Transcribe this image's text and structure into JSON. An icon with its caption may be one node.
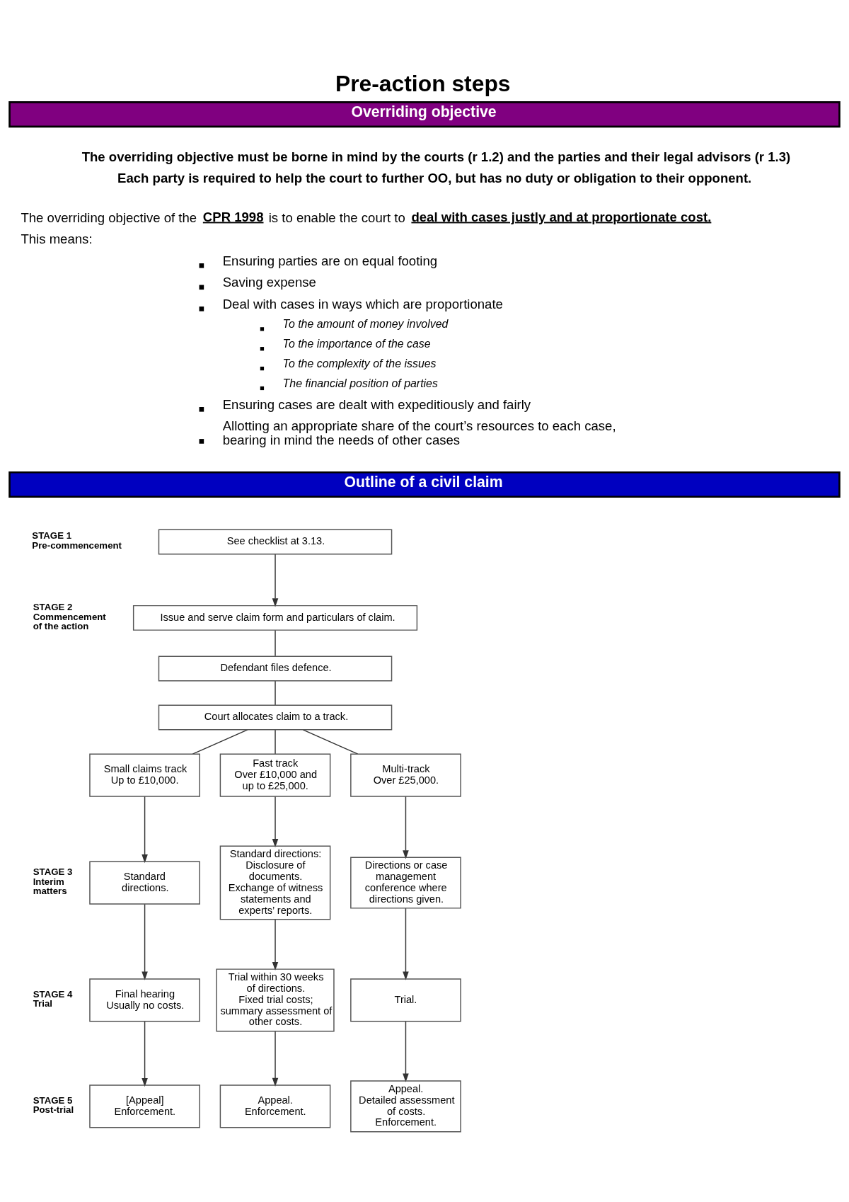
{
  "diagram": {
    "title": "Pre-action steps",
    "nodes": [
      {
        "text": [
          "Overriding objective"
        ]
      },
      {
        "text": [
          "Outline of a civil claim"
        ]
      },
      {
        "text": [
          "See checklist at 3.13."
        ]
      },
      {
        "text": [
          "Issue and serve claim form and particulars of claim."
        ]
      },
      {
        "text": [
          "Defendant files defence."
        ]
      },
      {
        "text": [
          "Court allocates claim to a track."
        ]
      },
      {
        "text": [
          "Small claims track",
          "Up to £10,000."
        ]
      },
      {
        "text": [
          "Fast track",
          "Over £10,000 and up to £25,000."
        ]
      },
      {
        "text": [
          "Multi-track",
          "Over £25,000."
        ]
      },
      {
        "text": [
          "Standard directions."
        ]
      },
      {
        "text": [
          "Standard directions:",
          "Disclosure of documents.",
          "Exchange of witness statements and experts’ reports."
        ]
      },
      {
        "text": [
          "Directions or case management conference where directions given."
        ]
      },
      {
        "text": [
          "Final hearing",
          "Usually no costs."
        ]
      },
      {
        "text": [
          "Trial within 30 weeks of directions.",
          "Fixed trial costs; summary assessment of other costs."
        ]
      },
      {
        "text": [
          "Trial."
        ]
      },
      {
        "text": [
          "[Appeal]",
          "Enforcement."
        ]
      },
      {
        "text": [
          "Appeal.",
          "Enforcement."
        ]
      },
      {
        "text": [
          "Appeal.",
          "Detailed assessment of costs.",
          "Enforcement."
        ]
      }
    ],
    "edges": [
      {
        "from": 2,
        "to": 3,
        "arrow": "to"
      },
      {
        "from": 3,
        "to": 4,
        "arrow": "none"
      },
      {
        "from": 4,
        "to": 5,
        "arrow": "none"
      },
      {
        "from": 5,
        "to": 6,
        "arrow": "none"
      },
      {
        "from": 5,
        "to": 7,
        "arrow": "none"
      },
      {
        "from": 5,
        "to": 8,
        "arrow": "none"
      },
      {
        "from": 6,
        "to": 9,
        "arrow": "to"
      },
      {
        "from": 7,
        "to": 10,
        "arrow": "to"
      },
      {
        "from": 8,
        "to": 11,
        "arrow": "to"
      },
      {
        "from": 9,
        "to": 12,
        "arrow": "to"
      },
      {
        "from": 10,
        "to": 13,
        "arrow": "to"
      },
      {
        "from": 11,
        "to": 14,
        "arrow": "to"
      },
      {
        "from": 12,
        "to": 15,
        "arrow": "to"
      },
      {
        "from": 13,
        "to": 16,
        "arrow": "to"
      },
      {
        "from": 14,
        "to": 17,
        "arrow": "to"
      }
    ],
    "labels": [
      "The overriding objective must be borne in mind by the courts (r 1.2) and the parties and their legal advisors (r 1.3)",
      "Each party is required to help the court to further OO, but has no duty or obligation to their opponent.",
      "The overriding objective of the **CPR 1998** is to enable the court to **deal with cases justly and at proportionate cost**.",
      "This means:",
      "Ensuring parties are on equal footing",
      "Saving expense",
      "Deal with cases in ways which are proportionate",
      "To the amount of money involved",
      "To the importance of the case",
      "To the complexity of the issues",
      "The financial position of parties",
      "Ensuring cases are dealt with expeditiously and fairly",
      "Allotting an appropriate share of the court’s resources to each case, bearing in mind the needs of other cases",
      "STAGE 1 Pre-commencement",
      "STAGE 2 Commencement of the action",
      "STAGE 3 Interim matters",
      "STAGE 4 Trial",
      "STAGE 5 Post-trial"
    ]
  }
}
